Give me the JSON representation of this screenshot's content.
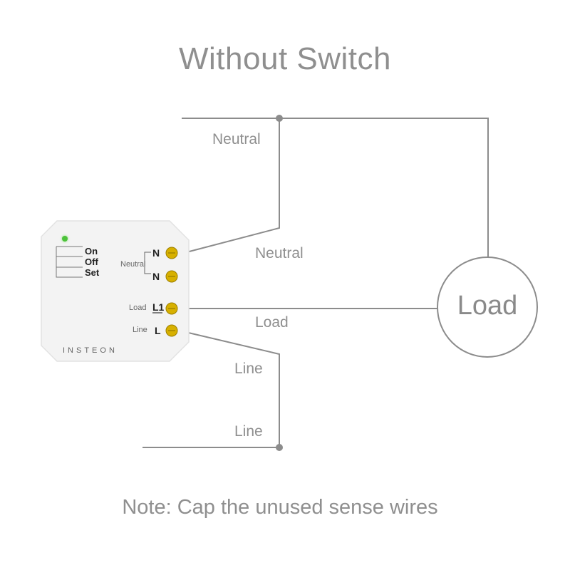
{
  "title": "Without Switch",
  "note": "Note: Cap the unused sense wires",
  "wire_labels": {
    "neutral_top": "Neutral",
    "neutral_mid": "Neutral",
    "load": "Load",
    "line_top": "Line",
    "line_bottom": "Line"
  },
  "load_label": "Load",
  "module": {
    "brand": "INSTEON",
    "buttons": [
      "On",
      "Off",
      "Set"
    ],
    "terminal_n1": "N",
    "terminal_n2": "N",
    "neutral_label": "Neutral",
    "load_label": "Load",
    "load_terminal": "L1",
    "line_label": "Line",
    "line_terminal": "L",
    "led_color": "#4cc23a"
  },
  "colors": {
    "wire": "#8c8c8c",
    "terminal": "#d7b000",
    "module_body": "#f3f3f3"
  }
}
